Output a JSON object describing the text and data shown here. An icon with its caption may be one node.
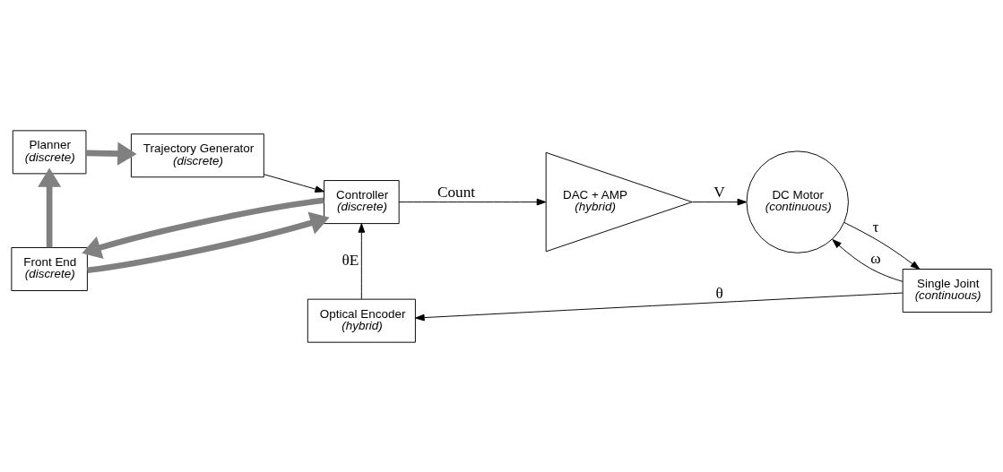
{
  "diagram": {
    "nodes": [
      {
        "text": [
          "Planner",
          "(discrete)"
        ]
      },
      {
        "text": [
          "Trajectory Generator",
          "(discrete)"
        ]
      },
      {
        "text": [
          "Controller",
          "(discrete)"
        ]
      },
      {
        "text": [
          "DAC + AMP",
          "(hybrid)"
        ]
      },
      {
        "text": [
          "DC Motor",
          "(continuous)"
        ]
      },
      {
        "text": [
          "Single Joint",
          "(continuous)"
        ]
      },
      {
        "text": [
          "Optical Encoder",
          "(hybrid)"
        ]
      },
      {
        "text": [
          "Front End",
          "(discrete)"
        ]
      }
    ],
    "edges": [
      {
        "from": 0,
        "to": 1,
        "arrow": "to",
        "style": "thick",
        "color": "#808080"
      },
      {
        "from": 1,
        "to": 2,
        "arrow": "to"
      },
      {
        "from": 2,
        "to": 3,
        "arrow": "to",
        "label": "Count"
      },
      {
        "from": 3,
        "to": 4,
        "arrow": "to",
        "label": "V"
      },
      {
        "from": 4,
        "to": 5,
        "arrow": "to",
        "label": "τ"
      },
      {
        "from": 5,
        "to": 4,
        "arrow": "to",
        "label": "ω"
      },
      {
        "from": 5,
        "to": 6,
        "arrow": "to",
        "label": "θ"
      },
      {
        "from": 6,
        "to": 2,
        "arrow": "to",
        "label": "θE"
      },
      {
        "from": 7,
        "to": 0,
        "arrow": "to",
        "style": "thick",
        "color": "#808080"
      },
      {
        "from": 2,
        "to": 7,
        "arrow": "to",
        "style": "thick",
        "color": "#808080"
      },
      {
        "from": 7,
        "to": 2,
        "arrow": "to",
        "style": "thick",
        "color": "#808080"
      }
    ]
  }
}
